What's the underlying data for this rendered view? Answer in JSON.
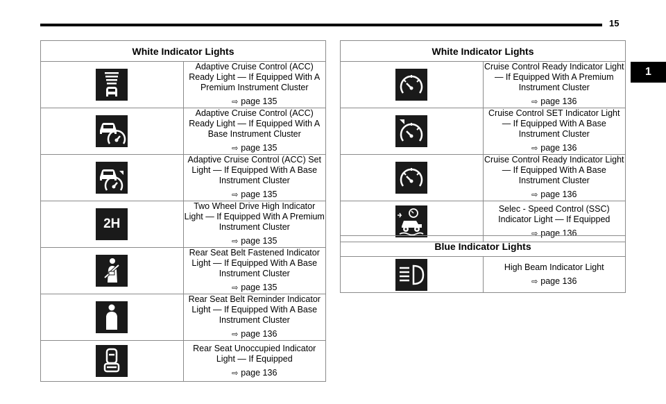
{
  "page": {
    "number": "15",
    "chapter_tab": "1"
  },
  "white_left": {
    "header": "White Indicator Lights",
    "rows": [
      {
        "icon": "acc-ready-premium-icon",
        "text": "Adaptive Cruise Control (ACC) Ready Light — If Equipped With A Premium Instrument Cluster",
        "ref": "page 135"
      },
      {
        "icon": "acc-ready-base-icon",
        "text": "Adaptive Cruise Control (ACC) Ready Light — If Equipped With A Base Instrument Cluster",
        "ref": "page 135"
      },
      {
        "icon": "acc-set-base-icon",
        "text": "Adaptive Cruise Control (ACC) Set Light — If Equipped With A Base Instrument Cluster",
        "ref": "page 135"
      },
      {
        "icon": "two-wheel-drive-high-icon",
        "text": "Two Wheel Drive High Indicator Light — If Equipped With A Premium Instrument Cluster",
        "ref": "page 135",
        "icon_text": "2H"
      },
      {
        "icon": "seat-belt-fastened-icon",
        "text": "Rear Seat Belt Fastened Indicator Light — If Equipped With A Base Instrument Cluster",
        "ref": "page 135"
      },
      {
        "icon": "seat-belt-reminder-icon",
        "text": "Rear Seat Belt Reminder Indicator Light — If Equipped With A Base Instrument Cluster",
        "ref": "page 136"
      },
      {
        "icon": "seat-unoccupied-icon",
        "text": "Rear Seat Unoccupied Indicator Light — If Equipped",
        "ref": "page 136"
      }
    ]
  },
  "white_right": {
    "header": "White Indicator Lights",
    "rows": [
      {
        "icon": "cruise-ready-premium-icon",
        "text": "Cruise Control Ready Indicator Light — If Equipped With A Premium Instrument Cluster",
        "ref": "page 136"
      },
      {
        "icon": "cruise-set-base-icon",
        "text": "Cruise Control SET Indicator Light — If Equipped With A Base Instrument Cluster",
        "ref": "page 136"
      },
      {
        "icon": "cruise-ready-base-icon",
        "text": "Cruise Control Ready Indicator Light — If Equipped With A Base Instrument Cluster",
        "ref": "page 136"
      },
      {
        "icon": "selec-speed-control-icon",
        "text": "Selec - Speed Control (SSC) Indicator Light — If Equipped",
        "ref": "page 136"
      }
    ]
  },
  "blue": {
    "header": "Blue Indicator Lights",
    "rows": [
      {
        "icon": "high-beam-icon",
        "text": "High Beam Indicator Light",
        "ref": "page 136"
      }
    ]
  },
  "ref_arrow": "⇨"
}
